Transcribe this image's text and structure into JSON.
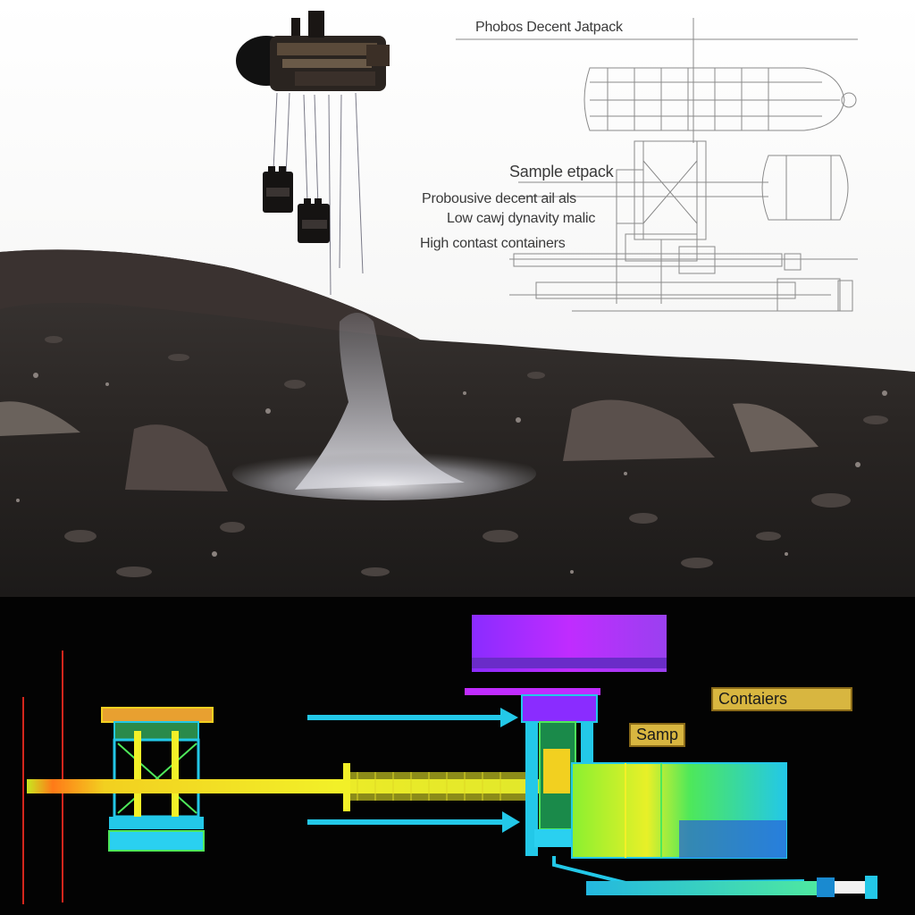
{
  "blueprint": {
    "title": "Phobos Decent Jatpack",
    "labels": [
      "Sample etpack",
      "Probousive decent ail als",
      "Low cawj dynavity malic",
      "High contast containers"
    ]
  },
  "bottom": {
    "tags": [
      "Contaiers",
      "Samp"
    ]
  },
  "colors": {
    "sky": "#f4f4f3",
    "ground": "#2a2624",
    "dust": "#d8d8dc",
    "tag_bg": "#d8b640",
    "tag_border": "#8a6a18",
    "red_line": "#d4261c",
    "magenta": "#b02cff",
    "cyan": "#23c8e8",
    "yellow": "#f2f028",
    "green": "#4ee85a"
  },
  "icons": [
    "jetpack-lander-icon",
    "sample-container-icon",
    "arrow-right-icon"
  ]
}
